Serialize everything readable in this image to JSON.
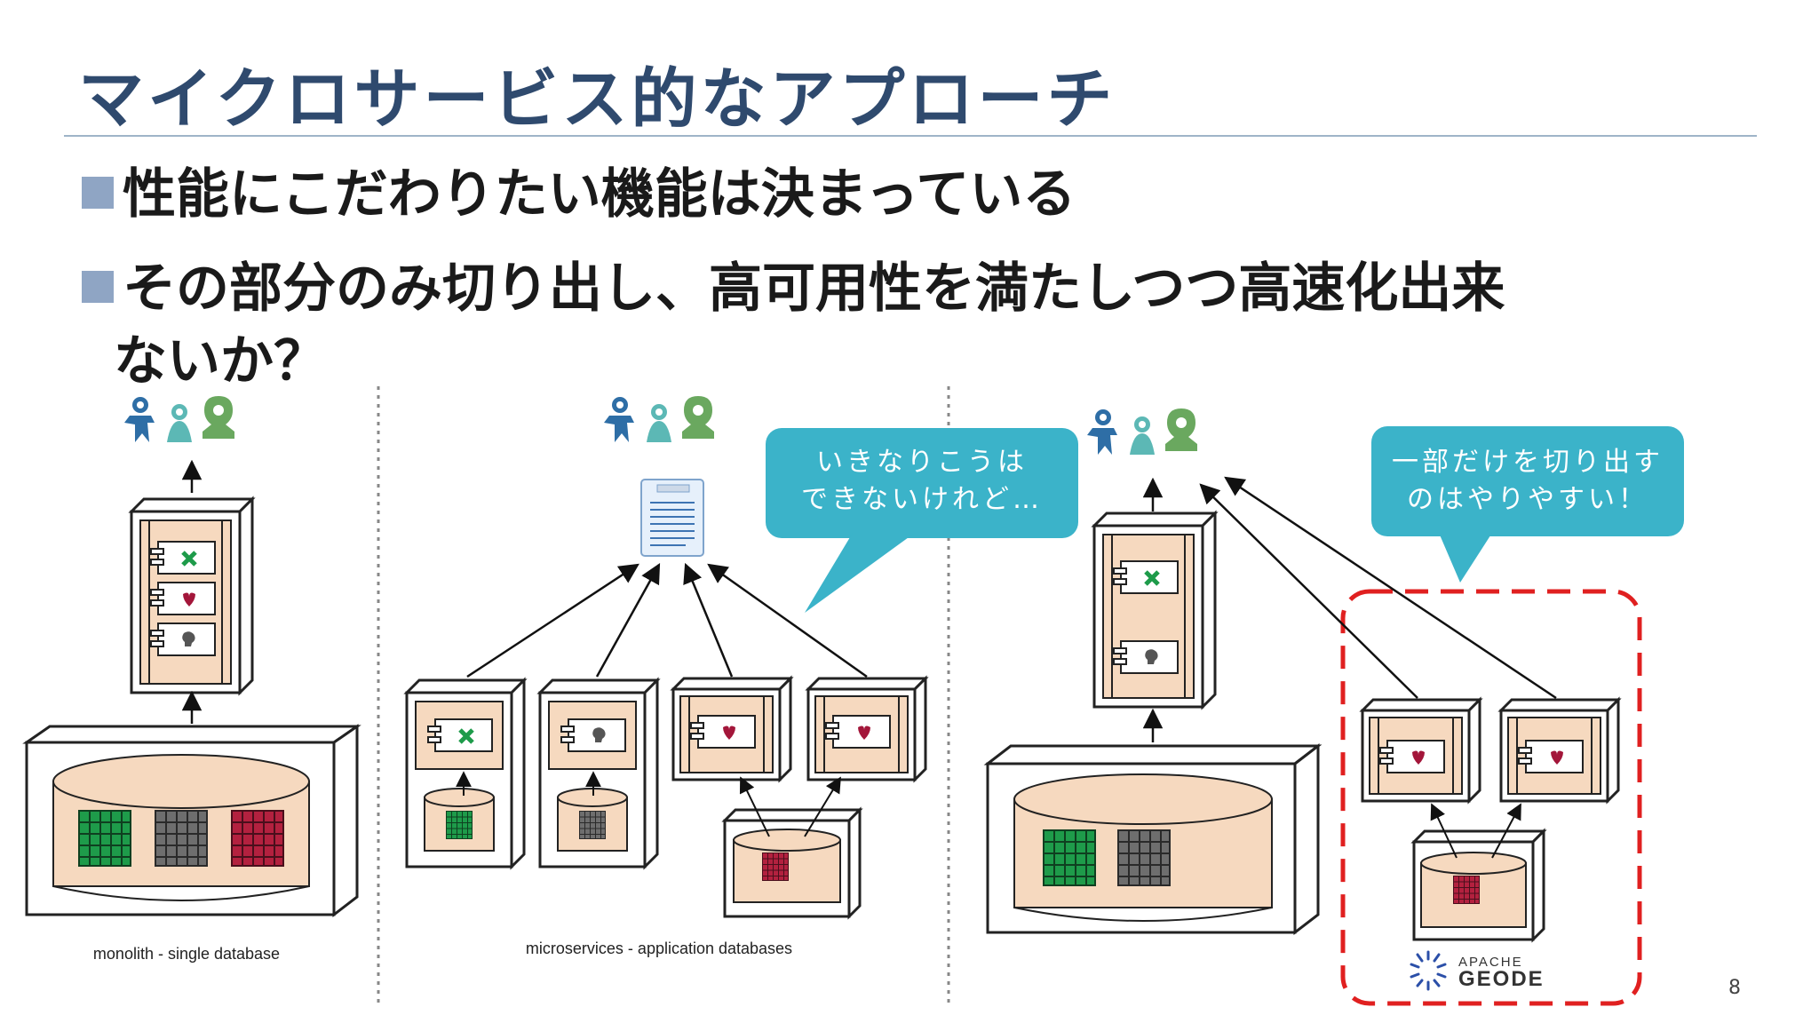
{
  "title": "マイクロサービス的なアプローチ",
  "bullets": [
    "性能にこだわりたい機能は決まっている",
    "その部分のみ切り出し、高可用性を満たしつつ高速化出来",
    "ないか？"
  ],
  "diagrams": {
    "monolith_caption": "monolith - single database",
    "microservices_caption": "microservices - application databases",
    "callout_left": [
      "いきなりこうは",
      "できないけれど…"
    ],
    "callout_right": [
      "一部だけを切り出す",
      "のはやりやすい！"
    ],
    "geode_logo": [
      "APACHE",
      "GEODE"
    ]
  },
  "page_number": "8",
  "colors": {
    "title": "#2f4a6e",
    "bullet_square": "#8fa5c4",
    "callout": "#3bb3c9",
    "highlight_border": "#e02020",
    "peach": "#f6d9bf"
  },
  "icons": [
    "user-blue-icon",
    "user-teal-icon",
    "user-green-icon",
    "document-icon",
    "data-grid-icon"
  ]
}
